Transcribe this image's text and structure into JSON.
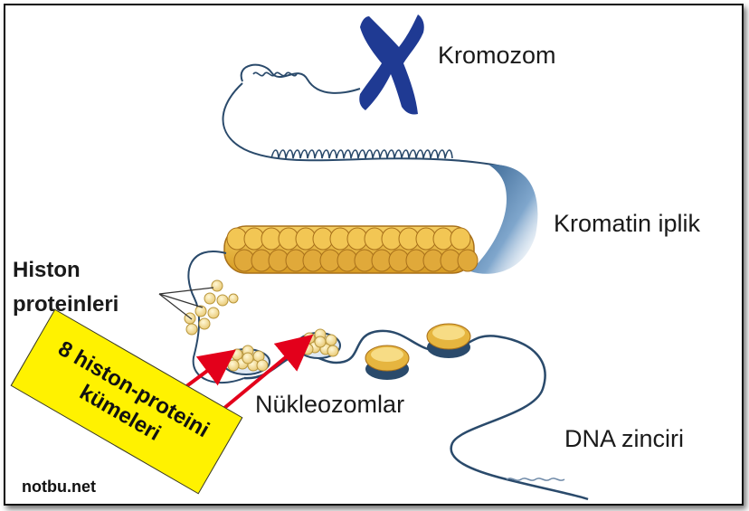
{
  "labels": {
    "chromosome": "Kromozom",
    "chromatin": "Kromatin iplik",
    "histone_line1": "Histon",
    "histone_line2": "proteinleri",
    "nucleosomes": "Nükleozomlar",
    "dna": "DNA zinciri"
  },
  "callout": {
    "line1": "8 histon-proteini",
    "line2": "kümeleri"
  },
  "credit": "notbu.net",
  "colors": {
    "chromosome": "#1f3a93",
    "dna": "#2a4a6b",
    "histone": "#f3d98a",
    "nucleosome_core": "#e0b13a",
    "arrow": "#e3001b",
    "callout": "#fff200"
  }
}
